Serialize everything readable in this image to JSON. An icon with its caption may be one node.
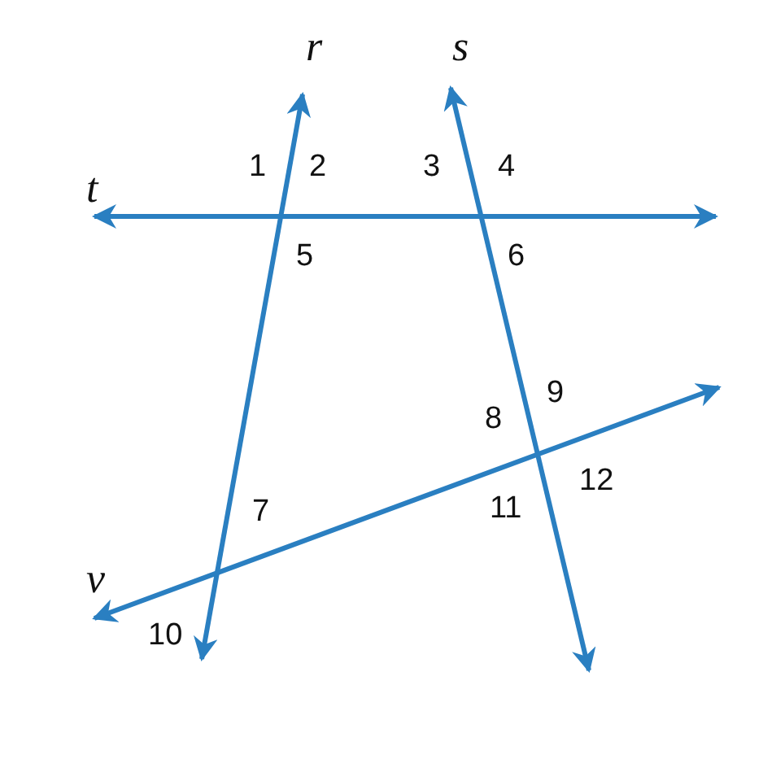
{
  "diagram": {
    "labels": [
      "r",
      "s",
      "1",
      "2",
      "3",
      "4",
      "t",
      "5",
      "6",
      "9",
      "8",
      "12",
      "7",
      "11",
      "v",
      "10"
    ]
  }
}
